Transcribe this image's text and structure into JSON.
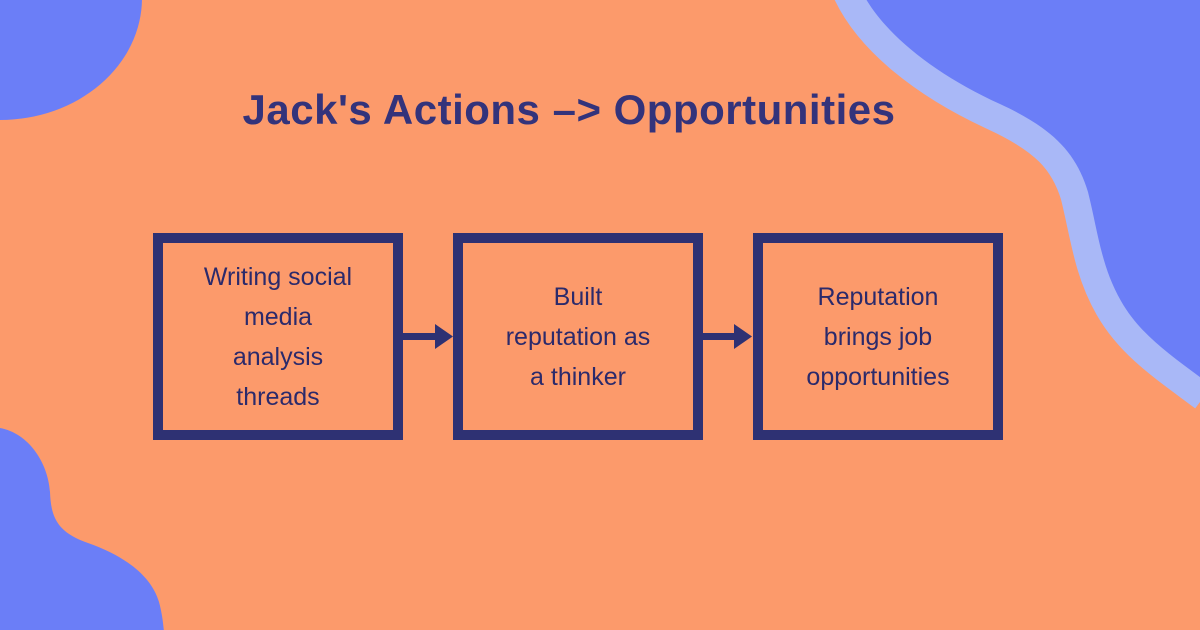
{
  "title": "Jack's Actions –> Opportunities",
  "colors": {
    "background": "#FC9A6B",
    "blob_blue": "#6B7EF7",
    "blob_light_blue": "#A9B8F7",
    "title_navy": "#33337B",
    "border_navy": "#2E3173",
    "text_navy": "#2B2A6B"
  },
  "flow": {
    "steps": [
      {
        "label": "Writing social\nmedia\nanalysis\nthreads"
      },
      {
        "label": "Built\nreputation as\na thinker"
      },
      {
        "label": "Reputation\nbrings job\nopportunities"
      }
    ]
  }
}
